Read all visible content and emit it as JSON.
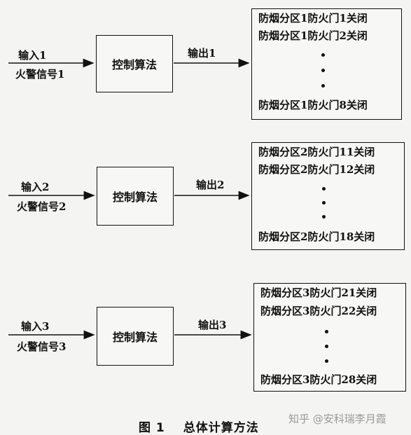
{
  "groups": [
    {
      "input": "输入1",
      "signal": "火警信号1",
      "algo": "控制算法",
      "output": "输出1",
      "doors": [
        "防烟分区1防火门1关闭",
        "防烟分区1防火门2关闭",
        "防烟分区1防火门8关闭"
      ]
    },
    {
      "input": "输入2",
      "signal": "火警信号2",
      "algo": "控制算法",
      "output": "输出2",
      "doors": [
        "防烟分区2防火门11关闭",
        "防烟分区2防火门12关闭",
        "防烟分区2防火门18关闭"
      ]
    },
    {
      "input": "输入3",
      "signal": "火警信号3",
      "algo": "控制算法",
      "output": "输出3",
      "doors": [
        "防烟分区3防火门21关闭",
        "防烟分区3防火门22关闭",
        "防烟分区3防火门28关闭"
      ]
    }
  ],
  "caption": {
    "number": "图 1",
    "title": "总体计算方法"
  },
  "watermark": "知乎 @安科瑞李月霞"
}
